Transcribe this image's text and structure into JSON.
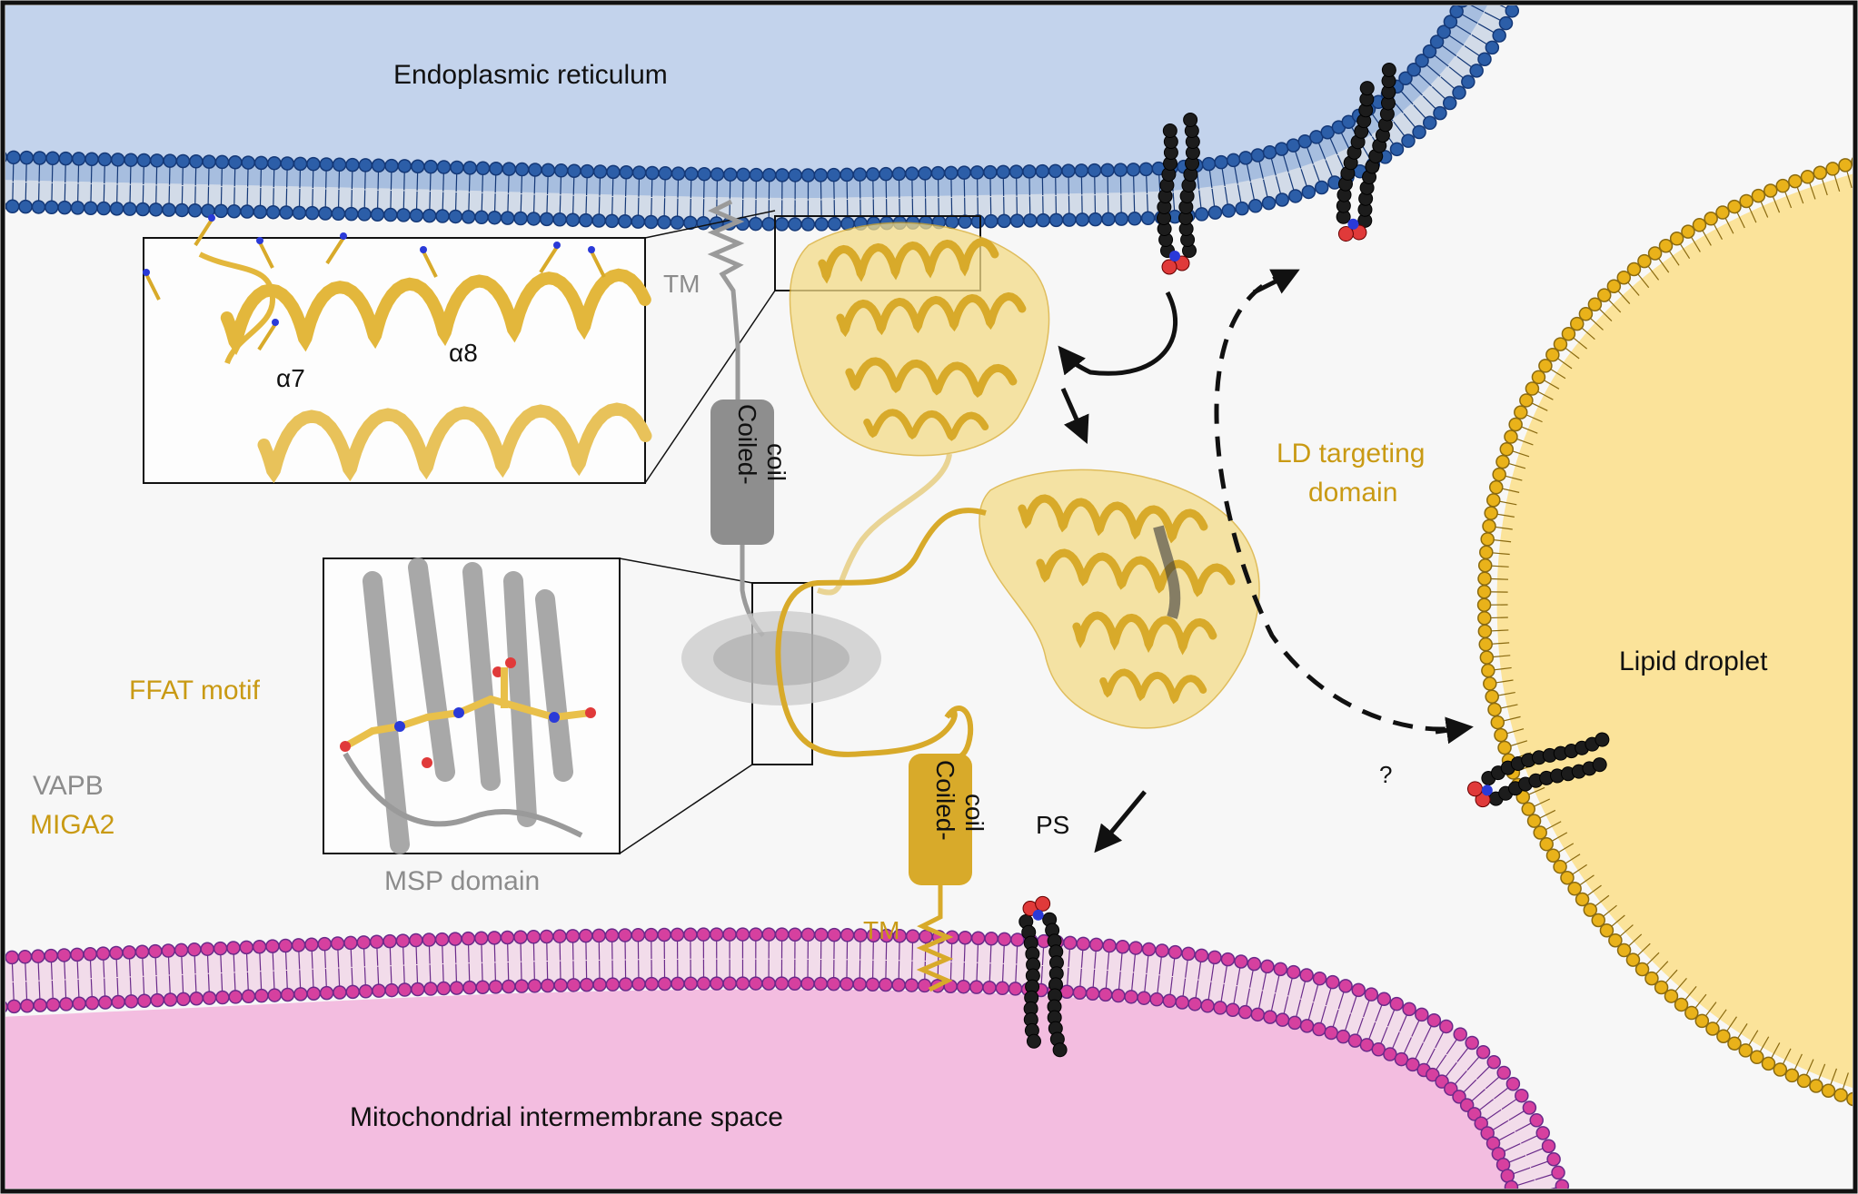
{
  "labels": {
    "er": "Endoplasmic reticulum",
    "mito": "Mitochondrial intermembrane space",
    "lipid_droplet": "Lipid droplet",
    "ld_targeting_line1": "LD targeting",
    "ld_targeting_line2": "domain",
    "ffat_motif": "FFAT motif",
    "vapb": "VAPB",
    "miga2": "MIGA2",
    "msp_domain": "MSP domain",
    "tm_vapb": "TM",
    "tm_miga2": "TM",
    "coiled_coil_vapb_line1": "Coiled-",
    "coiled_coil_vapb_line2": "coil",
    "coiled_coil_miga2_line1": "Coiled-",
    "coiled_coil_miga2_line2": "coil",
    "alpha7": "α7",
    "alpha8": "α8",
    "ps": "PS",
    "question": "?"
  },
  "colors": {
    "er_lumen": "#c3d3ec",
    "er_head": "#2c5ea8",
    "er_head_dark": "#143877",
    "mito_lumen": "#f3bde0",
    "mito_head": "#d6409f",
    "mito_head_dark": "#6a2a8a",
    "ld_core": "#fbe39a",
    "ld_head": "#e9b21a",
    "ld_head_dark": "#8a6a10",
    "miga2": "#d8aa2a",
    "miga2_fill": "#f3d77a",
    "vapb": "#8c8c8c",
    "lipid_tail": "#1c1c1c",
    "oxygen": "#e03a3a",
    "nitrogen": "#2a3ad8",
    "cytosol": "#f7f7f7"
  }
}
